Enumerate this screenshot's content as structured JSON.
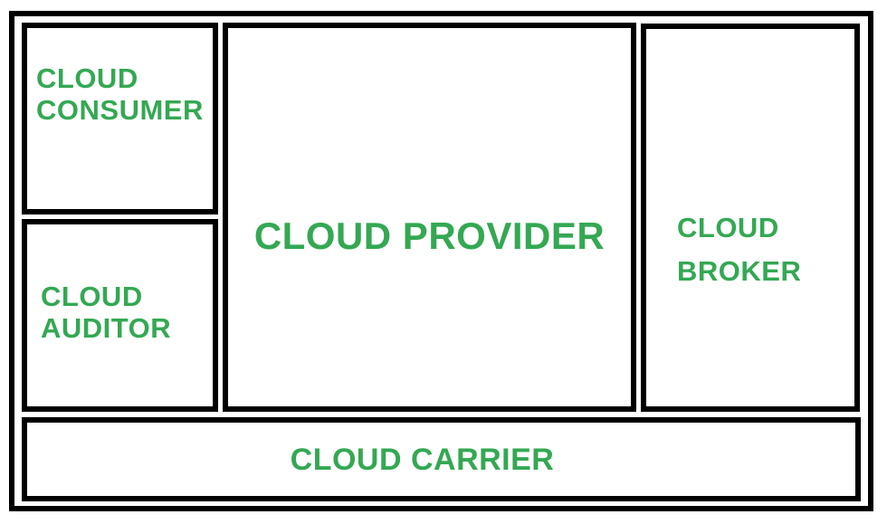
{
  "colors": {
    "label_green": "#34a853",
    "border_black": "#000000",
    "background_white": "#ffffff"
  },
  "boxes": {
    "consumer": {
      "lines": [
        "CLOUD",
        "CONSUMER"
      ]
    },
    "auditor": {
      "lines": [
        "CLOUD",
        "AUDITOR"
      ]
    },
    "provider": {
      "label": "CLOUD PROVIDER"
    },
    "broker": {
      "lines": [
        "CLOUD",
        "BROKER"
      ]
    },
    "carrier": {
      "label": "CLOUD CARRIER"
    }
  }
}
